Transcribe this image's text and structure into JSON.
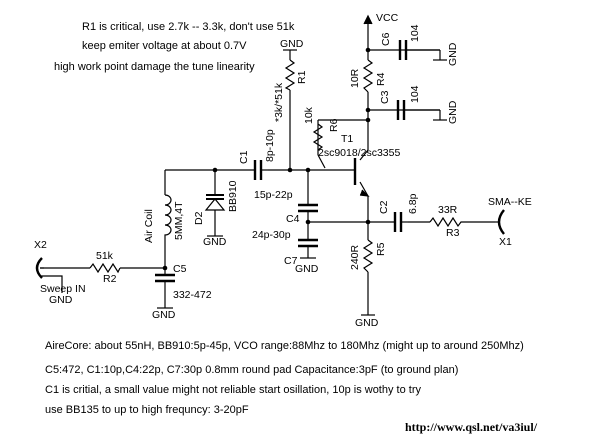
{
  "notes_top": [
    "R1 is critical, use 2.7k -- 3.3k, don't use 51k",
    "keep emiter voltage at about 0.7V",
    "high work point damage the tune linearity"
  ],
  "notes_bottom": [
    "AireCore: about 55nH, BB910:5p-45p, VCO range:88Mhz to 180Mhz (might up to  around 250Mhz)",
    "C5:472, C1:10p,C4:22p, C7:30p     0.8mm round pad Capacitance:3pF (to ground plan)",
    "C1 is critial, a small value might not reliable start osillation, 10p is wothy to try",
    "use BB135 to up to high frequncy: 3-20pF"
  ],
  "url": "http://www.qsl.net/va3iul/",
  "labels": {
    "vcc": "VCC",
    "gnd": "GND",
    "c6": "C6",
    "c6_val": "104",
    "c3": "C3",
    "c3_val": "104",
    "r4": "R4",
    "r4_val": "10R",
    "r6": "R6",
    "r6_val": "10k",
    "r1": "R1",
    "r1_val": "*3k/*51k",
    "t1": "T1",
    "t1_val": "2sc9018/2sc3355",
    "c1": "C1",
    "c1_val": "8p-10p",
    "d2": "D2",
    "d2_val": "BB910",
    "air_coil": "Air Coil",
    "coil_val": "5MM,4T",
    "c4": "C4",
    "c4_val": "15p-22p",
    "c7": "C7",
    "c7_val": "24p-30p",
    "c2": "C2",
    "c2_val": "6.8p",
    "r3": "R3",
    "r3_val": "33R",
    "r5": "R5",
    "r5_val": "240R",
    "sma": "SMA--KE",
    "x1": "X1",
    "x2": "X2",
    "r2": "R2",
    "r2_val": "51k",
    "c5": "C5",
    "c5_val": "332-472",
    "sweep_in": "Sweep IN"
  }
}
